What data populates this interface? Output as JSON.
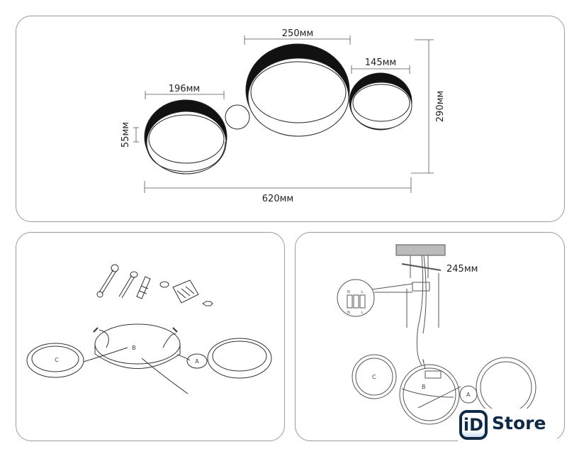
{
  "top_panel": {
    "dim_big": "250мм",
    "dim_small": "145мм",
    "dim_left": "196мм",
    "dim_height": "55мм",
    "dim_total_height": "290мм",
    "dim_total_width": "620мм"
  },
  "bottom_left": {
    "ring_labels": [
      "C",
      "B",
      "A"
    ]
  },
  "bottom_right": {
    "dim_bar": "245мм",
    "terminal_labels": [
      "N",
      "L",
      "N",
      "L"
    ],
    "ring_labels": [
      "C",
      "B",
      "A"
    ]
  },
  "logo": {
    "mark": "iD",
    "text": "Store"
  }
}
